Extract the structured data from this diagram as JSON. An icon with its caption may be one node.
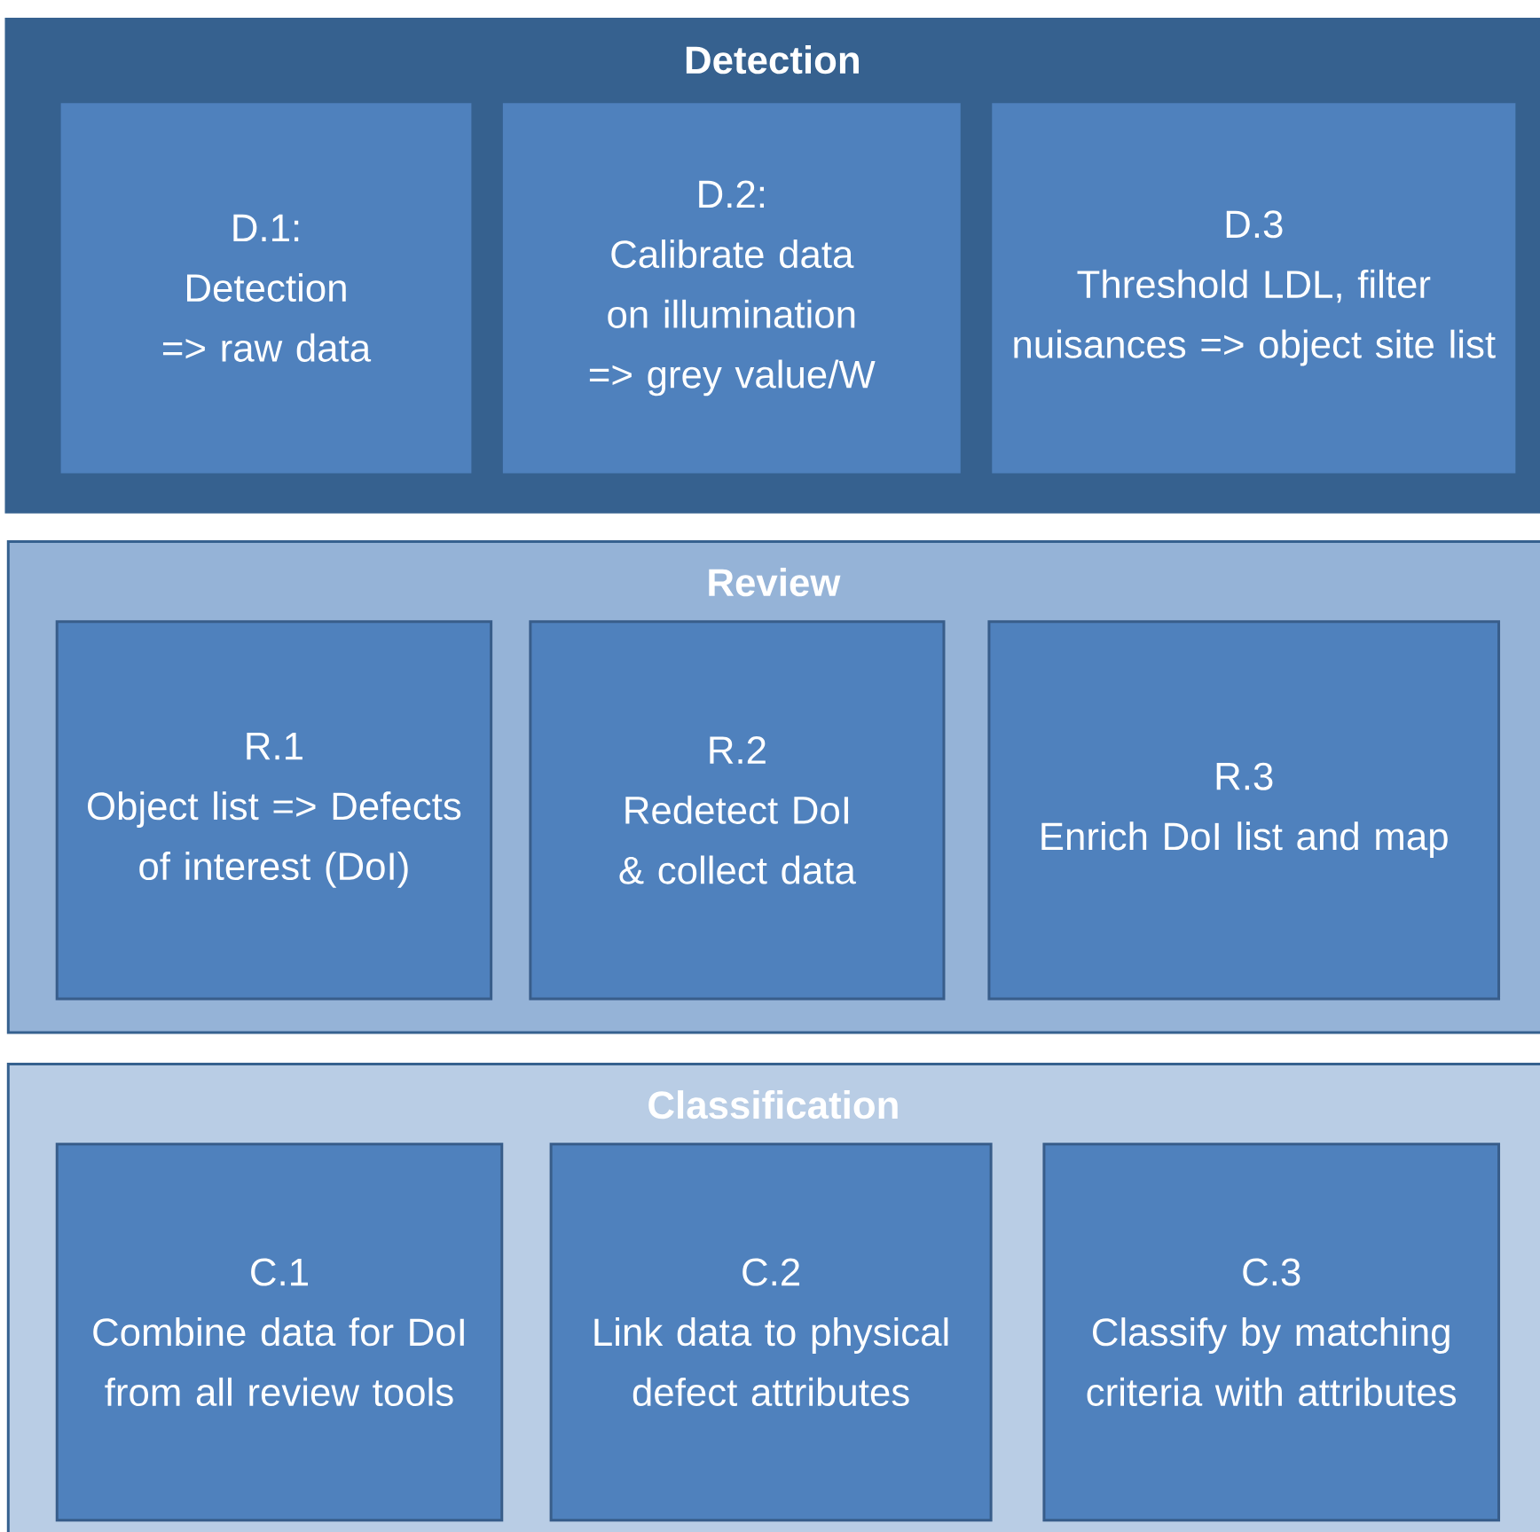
{
  "diagram": {
    "nodes": [
      {
        "text": [
          "Detection"
        ]
      },
      {
        "text": [
          "D.1:",
          "Detection => raw data"
        ],
        "in": 0
      },
      {
        "text": [
          "D.2:",
          "Calibrate data on illumination => grey value/W"
        ],
        "in": 0
      },
      {
        "text": [
          "D.3",
          "Threshold LDL, filter nuisances => object site list"
        ],
        "in": 0
      },
      {
        "text": [
          "Review"
        ]
      },
      {
        "text": [
          "R.1",
          "Object list => Defects of interest (DoI)"
        ],
        "in": 4
      },
      {
        "text": [
          "R.2",
          "Redetect DoI & collect data"
        ],
        "in": 4
      },
      {
        "text": [
          "R.3",
          "Enrich DoI list and map"
        ],
        "in": 4
      },
      {
        "text": [
          "Classification"
        ]
      },
      {
        "text": [
          "C.1",
          "Combine data for DoI from all review tools"
        ],
        "in": 8
      },
      {
        "text": [
          "C.2",
          "Link data to physical defect attributes"
        ],
        "in": 8
      },
      {
        "text": [
          "C.3",
          "Classify by matching criteria with attributes"
        ],
        "in": 8
      }
    ],
    "edges": []
  }
}
